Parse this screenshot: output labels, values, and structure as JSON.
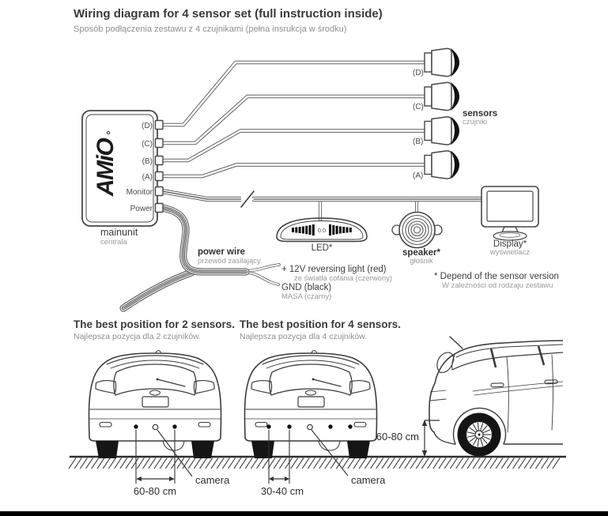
{
  "header": {
    "title": "Wiring diagram for 4 sensor set (full instruction inside)",
    "subtitle": "Sposób podłączenia zestawu z 4 czujnikami (pełna insrukcja w środku)"
  },
  "main_unit": {
    "brand": "AMiO",
    "label": "mainunit",
    "label_pl": "centrala",
    "ports": [
      "(D)",
      "(C)",
      "(B)",
      "(A)",
      "Monitor",
      "Power"
    ]
  },
  "sensors": {
    "label": "sensors",
    "label_pl": "czujniki",
    "items": [
      "(D)",
      "(C)",
      "(B)",
      "(A)"
    ]
  },
  "led": {
    "label": "LED*",
    "value": "0.0"
  },
  "speaker": {
    "label": "speaker*",
    "label_pl": "głośnik"
  },
  "display": {
    "label": "Display*",
    "label_pl": "wyświetlacz"
  },
  "power": {
    "label": "power wire",
    "label_pl": "przewód zasilający",
    "red_wire": "+ 12V reversing light (red)",
    "red_wire_pl": "ze światła cofania (czerwony)",
    "black_wire": "GND (black)",
    "black_wire_pl": "MASA (czarny)"
  },
  "footnote": {
    "line1": "* Depend of the sensor version",
    "line2": "W zależności od rodzaju zestawu"
  },
  "section2": {
    "left": {
      "title": "The best position for 2 sensors.",
      "subtitle": "Najlepsza pozycja dla 2 czujników.",
      "distance": "60-80 cm",
      "camera": "camera"
    },
    "right": {
      "title": "The best position for 4 sensors.",
      "subtitle": "Najlepsza pozycja dla 4 czujników.",
      "distance": "30-40 cm",
      "camera": "camera"
    },
    "side": {
      "height": "60-80 cm"
    }
  }
}
